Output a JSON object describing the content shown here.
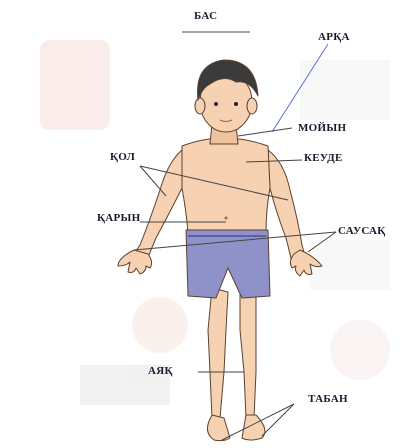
{
  "labels": {
    "head": "БАС",
    "back": "АРҚА",
    "neck": "МОЙЫН",
    "chest": "КЕУДЕ",
    "arm": "ҚОЛ",
    "belly": "ҚАРЫН",
    "finger": "САУСАҚ",
    "leg": "АЯҚ",
    "sole": "ТАБАН"
  },
  "colors": {
    "skin": "#f7d2b2",
    "skin_shade": "#e9b592",
    "hair": "#3b3b3b",
    "shorts": "#8f92c8",
    "shorts_dark": "#5d60a3",
    "line": "#444444",
    "pointer_blue": "#5b6ee0"
  }
}
